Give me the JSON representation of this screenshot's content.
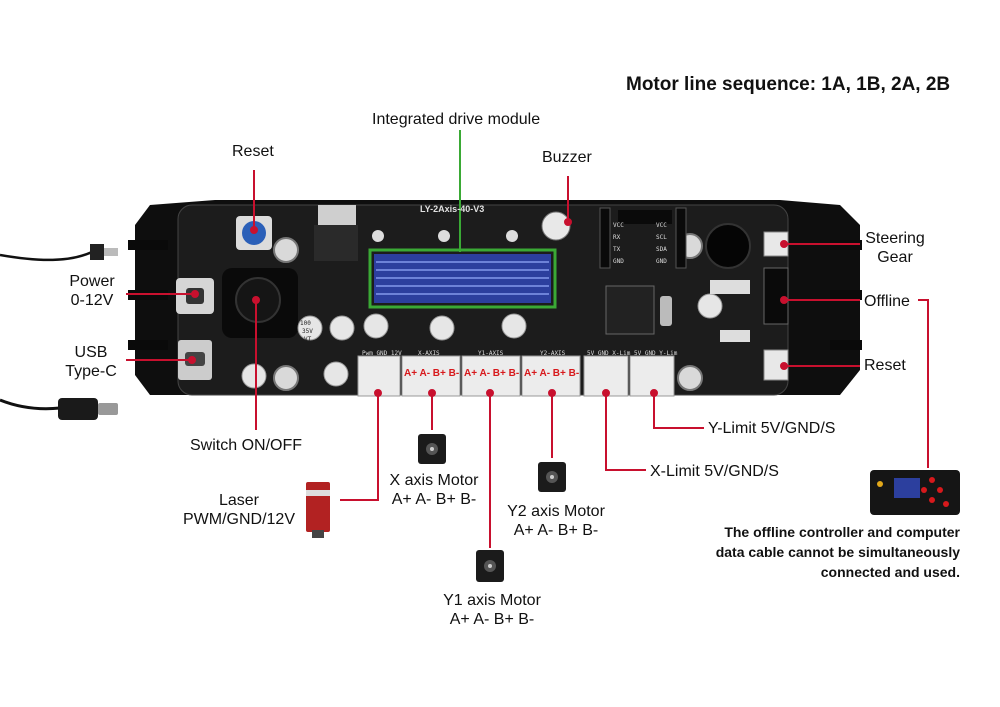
{
  "title": "Motor line sequence: 1A, 1B, 2A, 2B",
  "board_id": "LY-2Axis-40-V3",
  "labels": {
    "integrated_drive": "Integrated drive module",
    "reset_top": "Reset",
    "buzzer": "Buzzer",
    "power": [
      "Power",
      "0-12V"
    ],
    "usb": [
      "USB",
      "Type-C"
    ],
    "switch": "Switch ON/OFF",
    "steering": [
      "Steering",
      "Gear"
    ],
    "offline": "Offline",
    "reset_right": "Reset",
    "y_limit": "Y-Limit 5V/GND/S",
    "x_limit": "X-Limit 5V/GND/S",
    "laser": [
      "Laser",
      "PWM/GND/12V"
    ],
    "x_motor": [
      "X axis Motor",
      "A+ A- B+ B-"
    ],
    "y2_motor": [
      "Y2 axis Motor",
      "A+ A- B+ B-"
    ],
    "y1_motor": [
      "Y1 axis Motor",
      "A+ A- B+ B-"
    ]
  },
  "note": [
    "The offline controller and computer",
    "data cable cannot be simultaneously",
    "connected and used."
  ],
  "polarity": [
    "A+ A-  B+ B-",
    "A+ A-  B+ B-",
    "A+ A-  B+ B-"
  ],
  "silk": {
    "pwm": "Pwm GND 12V",
    "xaxis": "X-AXIS",
    "y1axis": "Y1-AXIS",
    "y2axis": "Y2-AXIS",
    "xlim": "5V GND X-Lim",
    "ylim": "5V GND Y-Lim",
    "chip_pins": [
      "VCC",
      "RX",
      "TX",
      "GND"
    ],
    "chip_pins_r": [
      "VCC",
      "SCL",
      "SDA",
      "GND"
    ],
    "cap": [
      "100",
      "35V",
      "VT"
    ]
  },
  "colors": {
    "leader": "#c8102e",
    "green_leader": "#3aa935",
    "board": "#111111",
    "lcd": "#2c3f9e"
  }
}
